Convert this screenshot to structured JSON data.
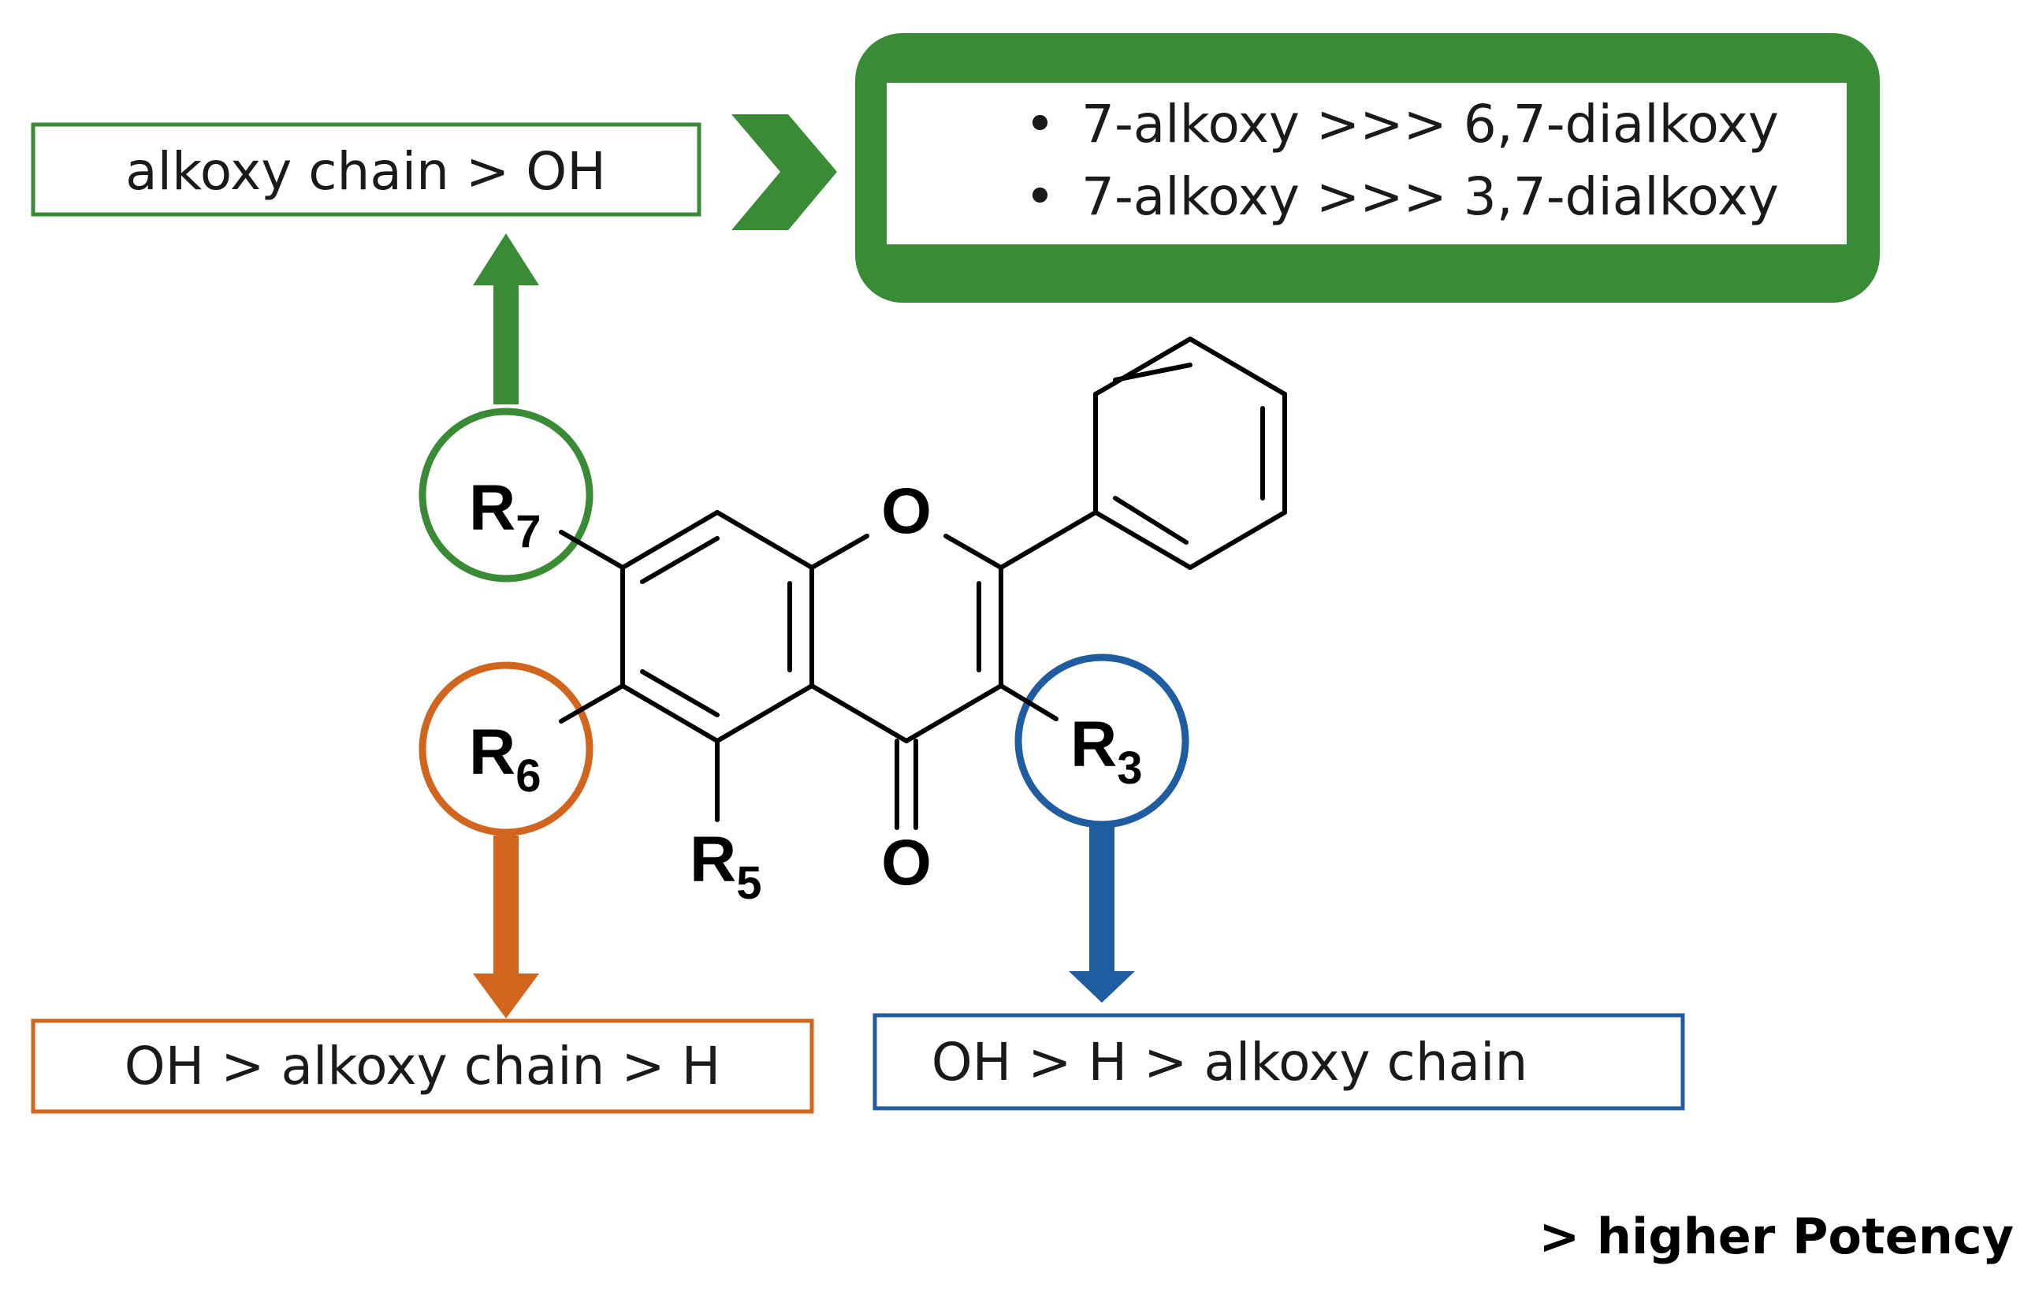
{
  "colors": {
    "green": "#3a8b36",
    "orange": "#d2651e",
    "blue": "#1f5ca0",
    "black": "#000000"
  },
  "boxes": {
    "r7_rule": "alkoxy chain > OH",
    "r6_rule": "OH > alkoxy chain > H",
    "r3_rule": "OH > H > alkoxy chain",
    "summary": [
      "7-alkoxy >>> 6,7-dialkoxy",
      "7-alkoxy >>> 3,7-dialkoxy"
    ],
    "bullet": "•"
  },
  "molecule": {
    "r7": {
      "letter": "R",
      "sub": "7"
    },
    "r6": {
      "letter": "R",
      "sub": "6"
    },
    "r5": {
      "letter": "R",
      "sub": "5"
    },
    "r3": {
      "letter": "R",
      "sub": "3"
    },
    "ring_oxygen": "O",
    "carbonyl_oxygen": "O"
  },
  "legend": "> higher Potency"
}
